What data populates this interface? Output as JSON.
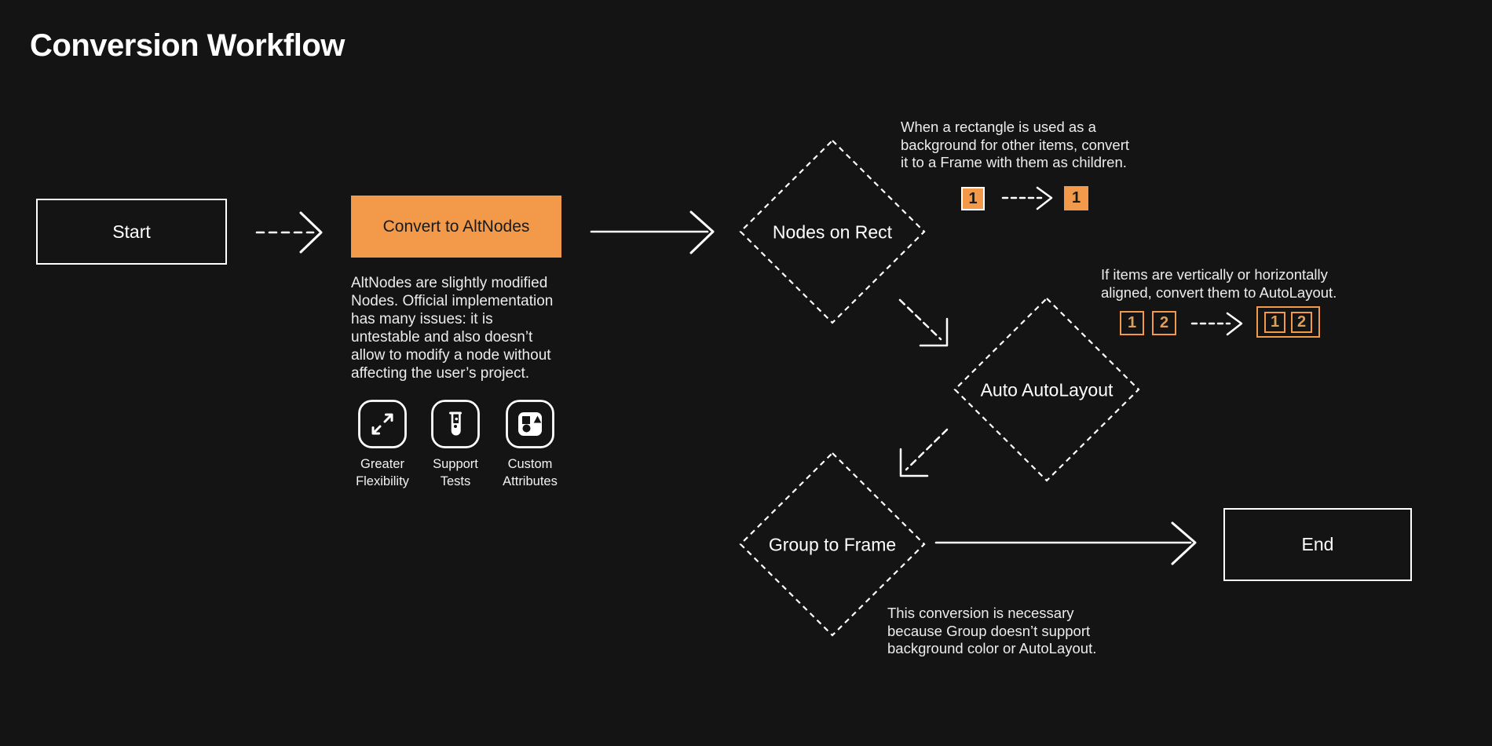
{
  "title": "Conversion Workflow",
  "colors": {
    "background": "#141414",
    "accent_orange": "#F2994A",
    "text": "#ECECEC",
    "dark_text": "#1A1A1A",
    "stroke_white": "#FFFFFF"
  },
  "nodes": {
    "start": {
      "label": "Start",
      "type": "terminal"
    },
    "convert_to_altnodes": {
      "label": "Convert to AltNodes",
      "type": "process"
    },
    "nodes_on_rect": {
      "label": "Nodes on Rect",
      "type": "decision"
    },
    "auto_autolayout": {
      "label": "Auto AutoLayout",
      "type": "decision"
    },
    "group_to_frame": {
      "label": "Group to Frame",
      "type": "decision"
    },
    "end": {
      "label": "End",
      "type": "terminal"
    }
  },
  "notes": {
    "altnodes_description": "AltNodes are slightly modified\nNodes. Official implementation\nhas many issues: it is\nuntestable and also doesn’t\nallow to modify a node without\naffecting the user’s project.",
    "nodes_on_rect_note": "When a rectangle is used as a\nbackground for other items, convert\nit to a Frame with them as children.",
    "auto_autolayout_note": "If items are vertically or horizontally\naligned, convert them to AutoLayout.",
    "group_to_frame_note": "This conversion is necessary\nbecause Group doesn’t support\nbackground color or AutoLayout."
  },
  "features": [
    {
      "icon": "expand-diagonal-icon",
      "label": "Greater\nFlexibility"
    },
    {
      "icon": "test-tube-icon",
      "label": "Support\nTests"
    },
    {
      "icon": "shapes-icon",
      "label": "Custom\nAttributes"
    }
  ],
  "mini_diagrams": {
    "rect_to_frame": {
      "before": "1",
      "after": "1"
    },
    "autolayout": {
      "before": [
        "1",
        "2"
      ],
      "after": [
        "1",
        "2"
      ]
    }
  }
}
